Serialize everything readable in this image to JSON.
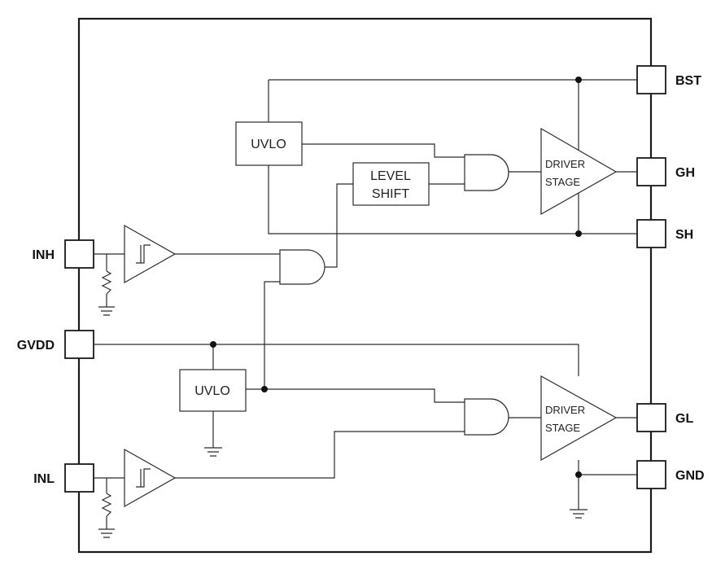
{
  "pins": {
    "left": {
      "inh": "INH",
      "gvdd": "GVDD",
      "inl": "INL"
    },
    "right": {
      "bst": "BST",
      "gh": "GH",
      "sh": "SH",
      "gl": "GL",
      "gnd": "GND"
    }
  },
  "blocks": {
    "uvlo_high": "UVLO",
    "uvlo_low": "UVLO",
    "level_shift": [
      "LEVEL",
      "SHIFT"
    ],
    "driver_high": [
      "DRIVER",
      "STAGE"
    ],
    "driver_low": [
      "DRIVER",
      "STAGE"
    ]
  }
}
